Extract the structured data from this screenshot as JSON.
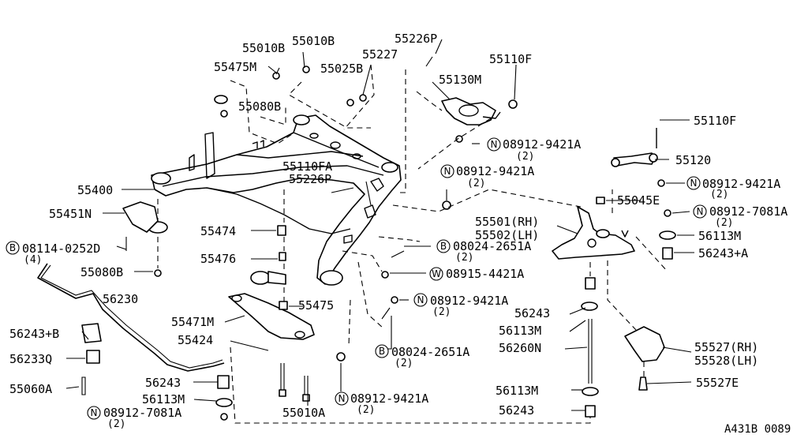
{
  "labels": {
    "p55010B_a": "55010B",
    "p55010B_b": "55010B",
    "p55226P_top": "55226P",
    "p55475M": "55475M",
    "p55227": "55227",
    "p55110F_top": "55110F",
    "p55025B": "55025B",
    "p55130M": "55130M",
    "p55080B_top": "55080B",
    "p55110F_right": "55110F",
    "n08912_9421A_1": "08912-9421A",
    "n08912_9421A_1_qty": "(2)",
    "p55120": "55120",
    "p55110FA": "55110FA",
    "p55226P_mid": "55226P",
    "n08912_9421A_2": "08912-9421A",
    "n08912_9421A_2_qty": "(2)",
    "n08912_9421A_3": "08912-9421A",
    "n08912_9421A_3_qty": "(2)",
    "p55400": "55400",
    "p55045E": "55045E",
    "p55451N": "55451N",
    "n08912_7081A_1": "08912-7081A",
    "n08912_7081A_1_qty": "(2)",
    "p55501": "55501(RH)",
    "p55502": "55502(LH)",
    "p55474": "55474",
    "p56113M_r1": "56113M",
    "b08114_0252D": "08114-0252D",
    "b08114_0252D_qty": "(4)",
    "b08024_2651A_1": "08024-2651A",
    "b08024_2651A_1_qty": "(2)",
    "p56243A": "56243+A",
    "p55476": "55476",
    "p55080B_bot": "55080B",
    "w08915_4421A": "08915-4421A",
    "p56230": "56230",
    "n08912_9421A_4": "08912-9421A",
    "n08912_9421A_4_qty": "(2)",
    "p55475": "55475",
    "p56243_r": "56243",
    "p55471M": "55471M",
    "p56243B": "56243+B",
    "p56113M_r2": "56113M",
    "p55424": "55424",
    "p56260N": "56260N",
    "p55527": "55527(RH)",
    "p55528": "55528(LH)",
    "p56233Q": "56233Q",
    "b08024_2651A_2": "08024-2651A",
    "b08024_2651A_2_qty": "(2)",
    "p56243_l": "56243",
    "p55527E": "55527E",
    "p55060A": "55060A",
    "p56113M_l": "56113M",
    "n08912_9421A_5": "08912-9421A",
    "n08912_9421A_5_qty": "(2)",
    "p56113M_r3": "56113M",
    "n08912_7081A_2": "08912-7081A",
    "n08912_7081A_2_qty": "(2)",
    "p55010A": "55010A",
    "p56243_r2": "56243",
    "ref": "A431B 0089"
  },
  "symbols": {
    "nut": "N",
    "bolt": "B",
    "washer": "W"
  }
}
